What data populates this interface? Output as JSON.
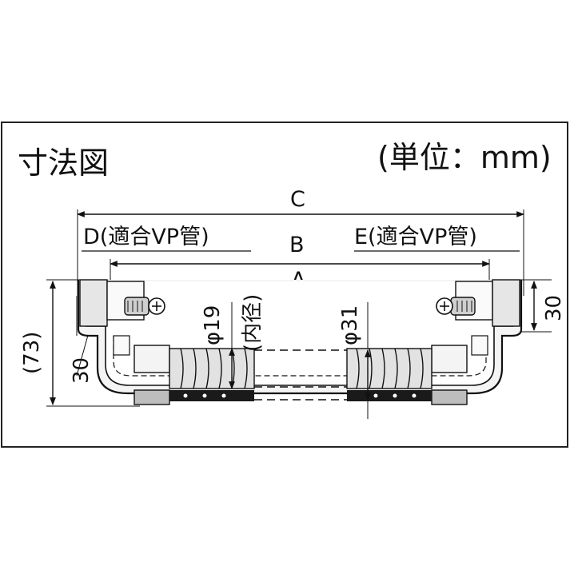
{
  "title": "寸法図",
  "unit": "(単位：mm)",
  "dimensions": {
    "C": "C",
    "B": "B",
    "A": "A",
    "D": "D(適合VP管)",
    "E": "E(適合VP管)",
    "height_total": "(73)",
    "height_left": "30",
    "height_right": "30",
    "phi_inner": "φ19",
    "inner_note": "(内径)",
    "phi_outer": "φ31"
  },
  "colors": {
    "line": "#111111",
    "fill_light": "#f2f2f2",
    "fill_mid": "#cfcfcf",
    "fill_dark": "#1a1a1a",
    "panel_border": "#222222"
  }
}
